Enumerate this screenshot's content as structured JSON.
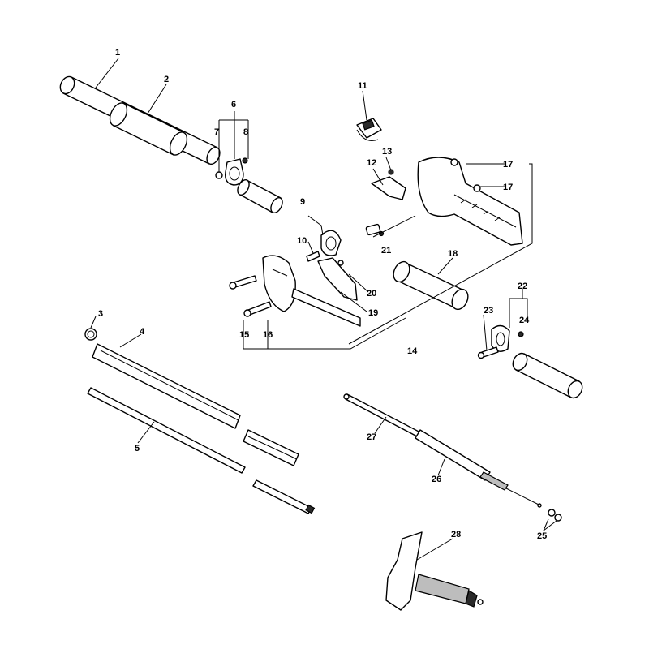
{
  "callouts": [
    {
      "id": "c1",
      "label": "1"
    },
    {
      "id": "c2",
      "label": "2"
    },
    {
      "id": "c3",
      "label": "3"
    },
    {
      "id": "c4",
      "label": "4"
    },
    {
      "id": "c5",
      "label": "5"
    },
    {
      "id": "c6",
      "label": "6"
    },
    {
      "id": "c7",
      "label": "7"
    },
    {
      "id": "c8",
      "label": "8"
    },
    {
      "id": "c9",
      "label": "9"
    },
    {
      "id": "c10",
      "label": "10"
    },
    {
      "id": "c11",
      "label": "11"
    },
    {
      "id": "c12",
      "label": "12"
    },
    {
      "id": "c13",
      "label": "13"
    },
    {
      "id": "c14",
      "label": "14"
    },
    {
      "id": "c15",
      "label": "15"
    },
    {
      "id": "c16",
      "label": "16"
    },
    {
      "id": "c17a",
      "label": "17"
    },
    {
      "id": "c17b",
      "label": "17"
    },
    {
      "id": "c18",
      "label": "18"
    },
    {
      "id": "c19",
      "label": "19"
    },
    {
      "id": "c20",
      "label": "20"
    },
    {
      "id": "c21",
      "label": "21"
    },
    {
      "id": "c22",
      "label": "22"
    },
    {
      "id": "c23",
      "label": "23"
    },
    {
      "id": "c24",
      "label": "24"
    },
    {
      "id": "c25",
      "label": "25"
    },
    {
      "id": "c26",
      "label": "26"
    },
    {
      "id": "c27",
      "label": "27"
    },
    {
      "id": "c28",
      "label": "28"
    }
  ]
}
